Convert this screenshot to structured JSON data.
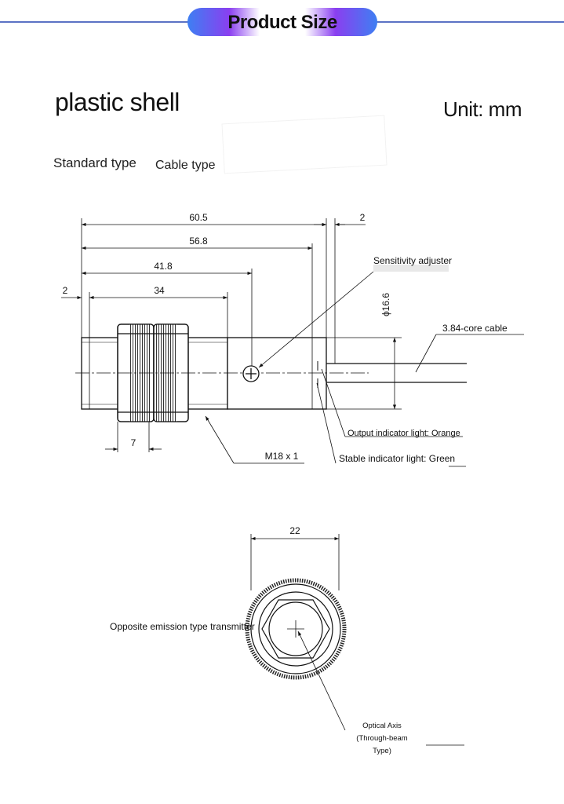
{
  "header": {
    "title": "Product Size"
  },
  "section": {
    "title": "plastic shell",
    "unit": "Unit: mm"
  },
  "types": {
    "standard": "Standard type",
    "cable": "Cable type"
  },
  "dimensions": {
    "overall": "60.5",
    "body": "56.8",
    "thread": "41.8",
    "thread_offset": "2",
    "thread_length": "34",
    "cable_gap": "2",
    "diameter": "ϕ16.6",
    "nut": "7",
    "thread_spec": "M18 x 1",
    "face_width": "22"
  },
  "labels": {
    "sensitivity": "Sensitivity adjuster",
    "cable": "3.84-core cable",
    "output_light": "Output indicator light: Orange",
    "stable_light": "Stable indicator light: Green",
    "transmitter": "Opposite emission type transmitter",
    "optical_axis": [
      "Optical Axis",
      "(Through-beam",
      "Type)"
    ]
  },
  "colors": {
    "header_line": "#5b72c4",
    "pill_blue": "#3e7ff2",
    "pill_purple": "#8a3ff0"
  }
}
